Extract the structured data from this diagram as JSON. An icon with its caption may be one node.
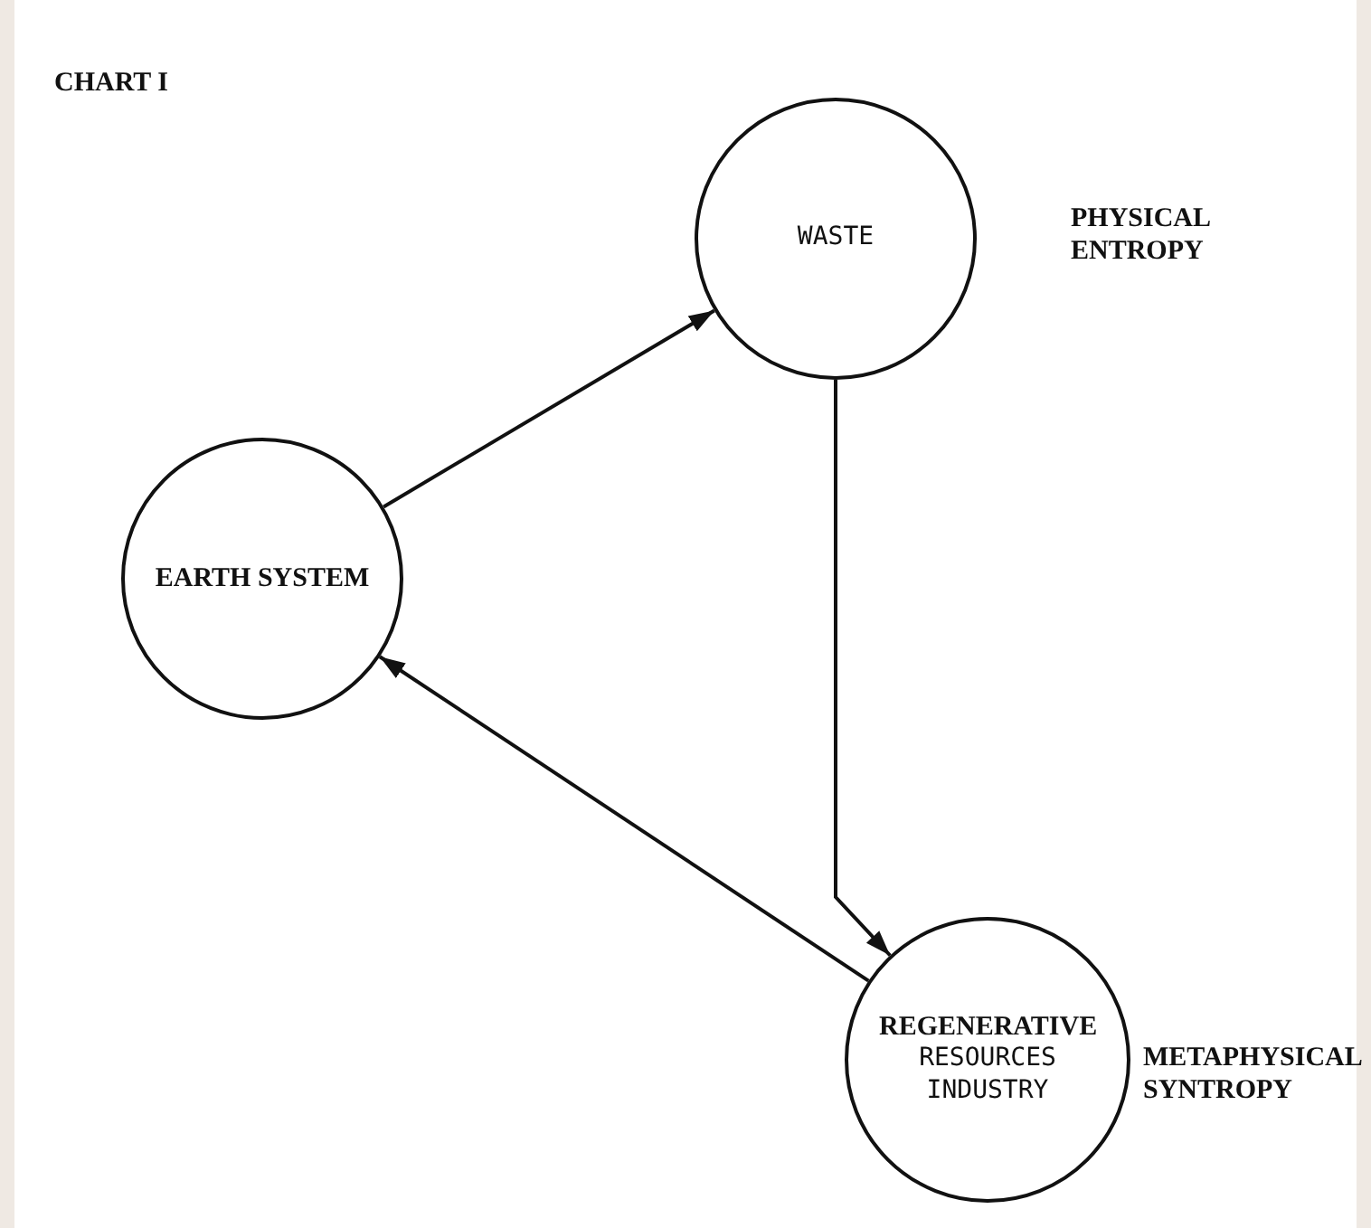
{
  "diagram": {
    "nodes": [
      {
        "text": [
          "WASTE"
        ],
        "beside": [
          "PHYSICAL ENTROPY"
        ]
      },
      {
        "text": [
          "EARTH SYSTEM"
        ]
      },
      {
        "text": [
          "REGENERATIVE",
          "RESOURCES INDUSTRY"
        ],
        "beside": [
          "METAPHYSICAL SYNTROPY"
        ]
      }
    ],
    "edges": [
      {
        "from": 1,
        "to": 0,
        "arrow": "to"
      },
      {
        "from": 0,
        "to": 2,
        "arrow": "to"
      },
      {
        "from": 2,
        "to": 1,
        "arrow": "to"
      }
    ],
    "labels": [
      "CHART I"
    ]
  }
}
